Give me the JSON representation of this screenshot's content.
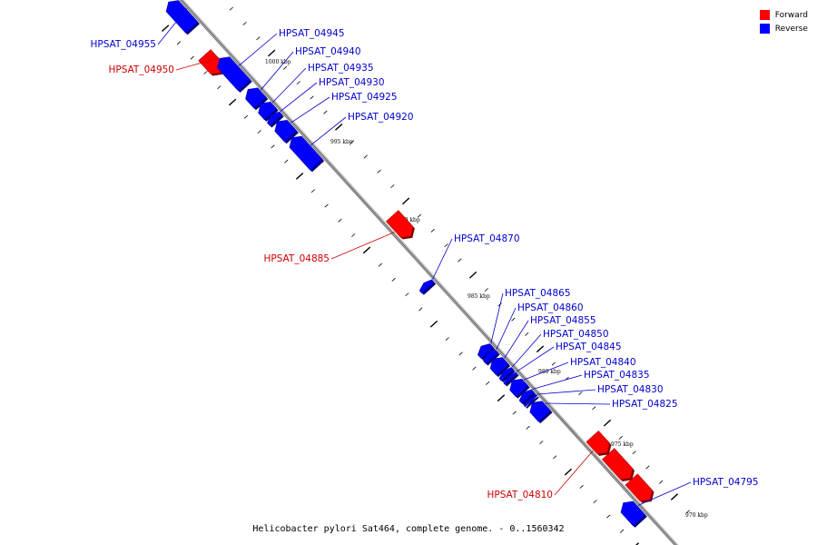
{
  "caption": "Helicobacter pylori Sat464, complete genome. - 0..1560342",
  "legend": [
    {
      "label": "Forward",
      "color": "#ff0000"
    },
    {
      "label": "Reverse",
      "color": "#0000ff"
    }
  ],
  "colors": {
    "forward": "#ff0000",
    "forward_label": "#cc0000",
    "reverse": "#0000ff",
    "reverse_label": "#0000cc",
    "backbone": "#777777"
  },
  "scale_labels": [
    "1000 kbp",
    "995 kbp",
    "990 kbp",
    "985 kbp",
    "980 kbp",
    "975 kbp",
    "970 kbp"
  ],
  "genes": [
    {
      "name": "HPSAT_04955",
      "strand": "reverse"
    },
    {
      "name": "HPSAT_04950",
      "strand": "forward"
    },
    {
      "name": "HPSAT_04945",
      "strand": "reverse"
    },
    {
      "name": "HPSAT_04940",
      "strand": "reverse"
    },
    {
      "name": "HPSAT_04935",
      "strand": "reverse"
    },
    {
      "name": "HPSAT_04930",
      "strand": "reverse"
    },
    {
      "name": "HPSAT_04925",
      "strand": "reverse"
    },
    {
      "name": "HPSAT_04920",
      "strand": "reverse"
    },
    {
      "name": "HPSAT_04885",
      "strand": "forward"
    },
    {
      "name": "HPSAT_04870",
      "strand": "reverse"
    },
    {
      "name": "HPSAT_04865",
      "strand": "reverse"
    },
    {
      "name": "HPSAT_04860",
      "strand": "reverse"
    },
    {
      "name": "HPSAT_04855",
      "strand": "reverse"
    },
    {
      "name": "HPSAT_04850",
      "strand": "reverse"
    },
    {
      "name": "HPSAT_04845",
      "strand": "reverse"
    },
    {
      "name": "HPSAT_04840",
      "strand": "reverse"
    },
    {
      "name": "HPSAT_04835",
      "strand": "reverse"
    },
    {
      "name": "HPSAT_04830",
      "strand": "reverse"
    },
    {
      "name": "HPSAT_04825",
      "strand": "reverse"
    },
    {
      "name": "HPSAT_04810",
      "strand": "forward"
    },
    {
      "name": "HPSAT_04795",
      "strand": "reverse"
    }
  ]
}
